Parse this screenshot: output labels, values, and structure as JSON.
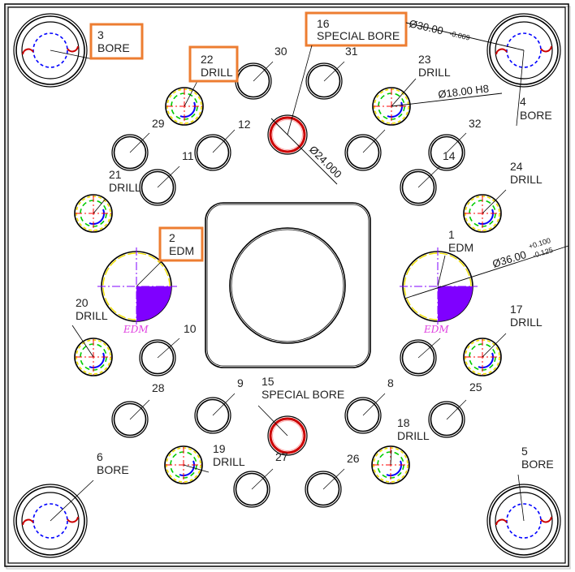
{
  "drawing": {
    "title": "Plate hole feature layout",
    "colors": {
      "outline": "#000000",
      "callout_border": "#ed7d31",
      "special_bore": "#cc0000",
      "edm_fill": "#7f00ff",
      "edm_text": "#e040e0",
      "drill_yellow": "#f0e000",
      "drill_green": "#00cc00",
      "drill_red": "#ff0000",
      "drill_blue": "#0000ff",
      "bore_dashed": "#0000ff",
      "bore_arc": "#cc0000"
    },
    "features": [
      {
        "id": "1",
        "type": "EDM",
        "num": "1",
        "name": "EDM"
      },
      {
        "id": "2",
        "type": "EDM",
        "num": "2",
        "name": "EDM",
        "highlighted": true
      },
      {
        "id": "3",
        "type": "BORE",
        "num": "3",
        "name": "BORE",
        "highlighted": true
      },
      {
        "id": "4",
        "type": "BORE",
        "num": "4",
        "name": "BORE"
      },
      {
        "id": "5",
        "type": "BORE",
        "num": "5",
        "name": "BORE"
      },
      {
        "id": "6",
        "type": "BORE",
        "num": "6",
        "name": "BORE"
      },
      {
        "id": "15",
        "type": "SPECIAL BORE",
        "num": "15",
        "name": "SPECIAL BORE"
      },
      {
        "id": "16",
        "type": "SPECIAL BORE",
        "num": "16",
        "name": "SPECIAL BORE",
        "highlighted": true
      },
      {
        "id": "17",
        "type": "DRILL",
        "num": "17",
        "name": "DRILL"
      },
      {
        "id": "18",
        "type": "DRILL",
        "num": "18",
        "name": "DRILL"
      },
      {
        "id": "19",
        "type": "DRILL",
        "num": "19",
        "name": "DRILL"
      },
      {
        "id": "20",
        "type": "DRILL",
        "num": "20",
        "name": "DRILL"
      },
      {
        "id": "21",
        "type": "DRILL",
        "num": "21",
        "name": "DRILL"
      },
      {
        "id": "22",
        "type": "DRILL",
        "num": "22",
        "name": "DRILL",
        "highlighted": true
      },
      {
        "id": "23",
        "type": "DRILL",
        "num": "23",
        "name": "DRILL"
      },
      {
        "id": "24",
        "type": "DRILL",
        "num": "24",
        "name": "DRILL"
      }
    ],
    "plain_holes": [
      "8",
      "9",
      "10",
      "11",
      "12",
      "14",
      "25",
      "26",
      "27",
      "28",
      "29",
      "30",
      "31",
      "32"
    ],
    "edm_tag": "EDM",
    "dimensions": {
      "bore_dia": {
        "value": "Ø30.00",
        "tolerance": "-0.009"
      },
      "drill_dia": {
        "value": "Ø18.00 H8"
      },
      "special_bore_dia": {
        "value": "Ø24.000"
      },
      "edm_dia": {
        "value": "Ø36.00",
        "tol_upper": "+0.100",
        "tol_lower": "-0.125"
      }
    }
  }
}
